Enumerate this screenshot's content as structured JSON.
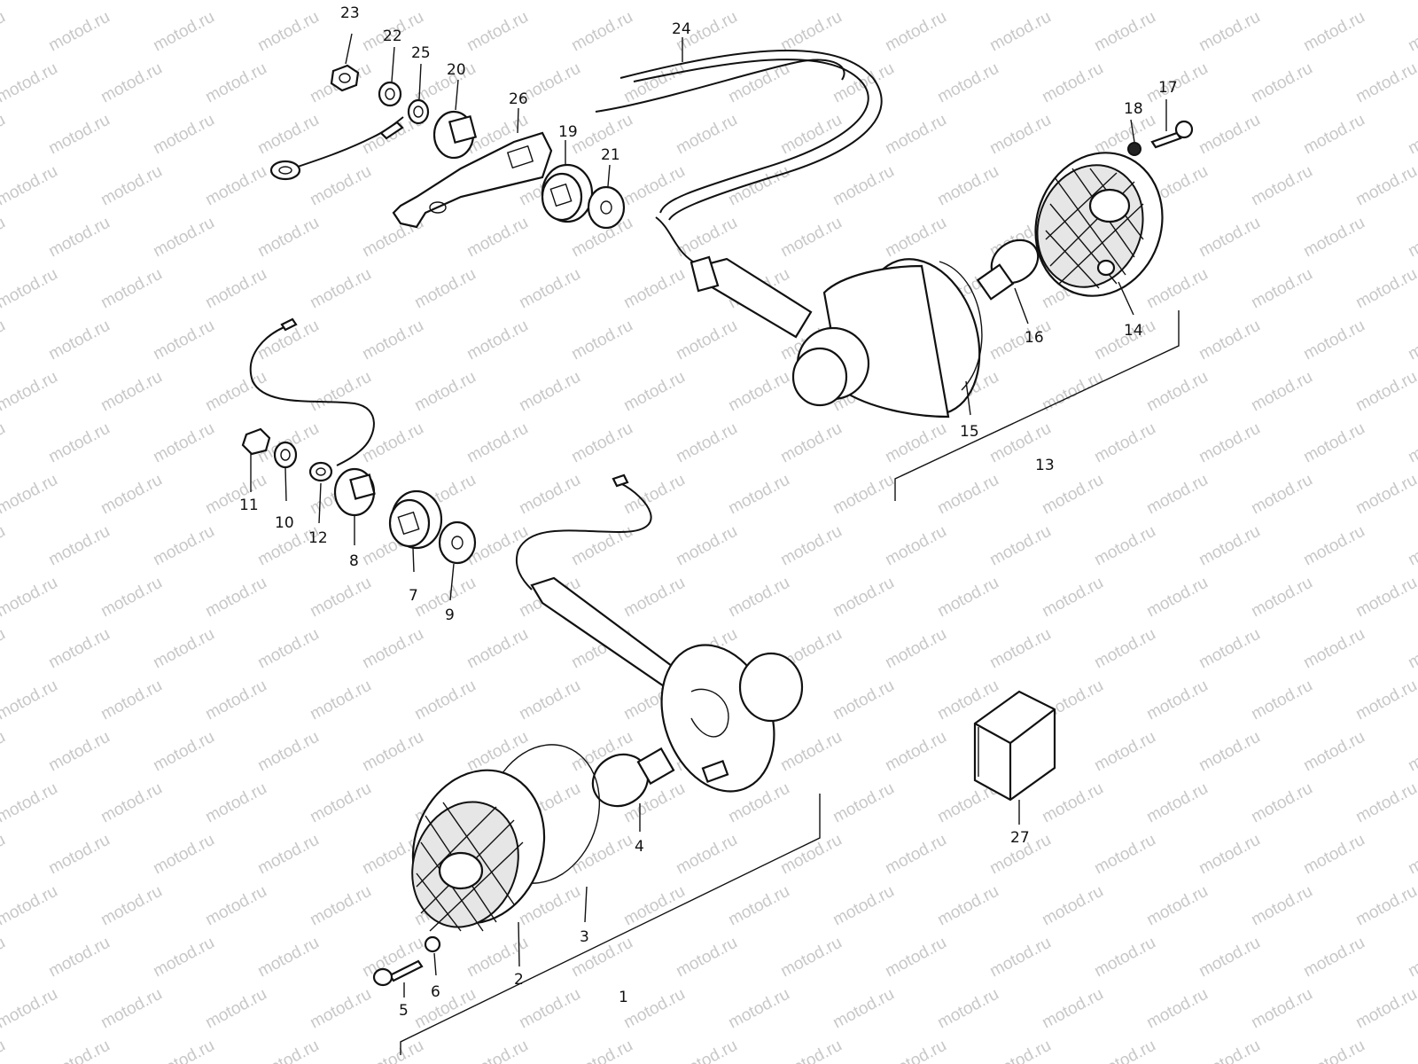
{
  "watermark": "motod.ru",
  "callouts": [
    "1",
    "2",
    "3",
    "4",
    "5",
    "6",
    "7",
    "8",
    "9",
    "10",
    "11",
    "12",
    "13",
    "14",
    "15",
    "16",
    "17",
    "18",
    "19",
    "20",
    "21",
    "22",
    "23",
    "24",
    "25",
    "26",
    "27"
  ]
}
